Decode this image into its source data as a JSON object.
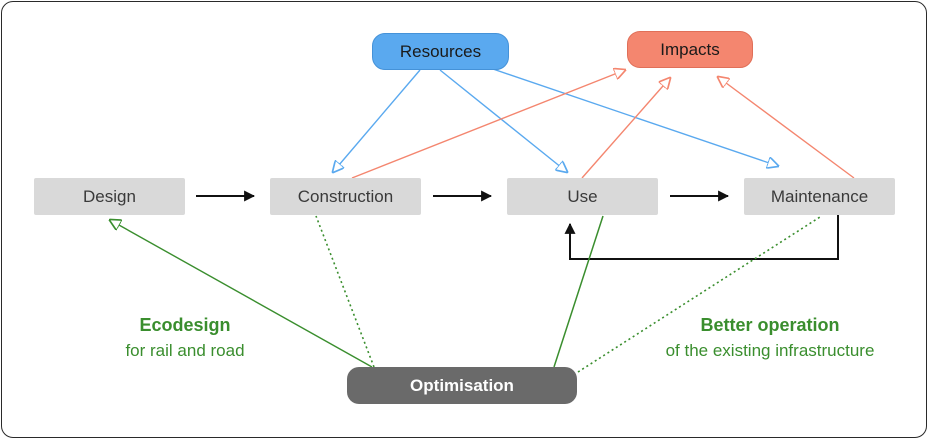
{
  "nodes": {
    "resources": "Resources",
    "impacts": "Impacts",
    "design": "Design",
    "construction": "Construction",
    "use": "Use",
    "maintenance": "Maintenance",
    "optimisation": "Optimisation"
  },
  "captions": {
    "left": {
      "title": "Ecodesign",
      "subtitle": "for rail and road"
    },
    "right": {
      "title": "Better operation",
      "subtitle": "of the existing infrastructure"
    }
  },
  "colors": {
    "resources": "#5aa9ef",
    "impacts": "#f4866f",
    "optimisation": "#6a6a6a",
    "optimisation_links": "#3a8e2e",
    "stage": "#d9d9d9"
  }
}
